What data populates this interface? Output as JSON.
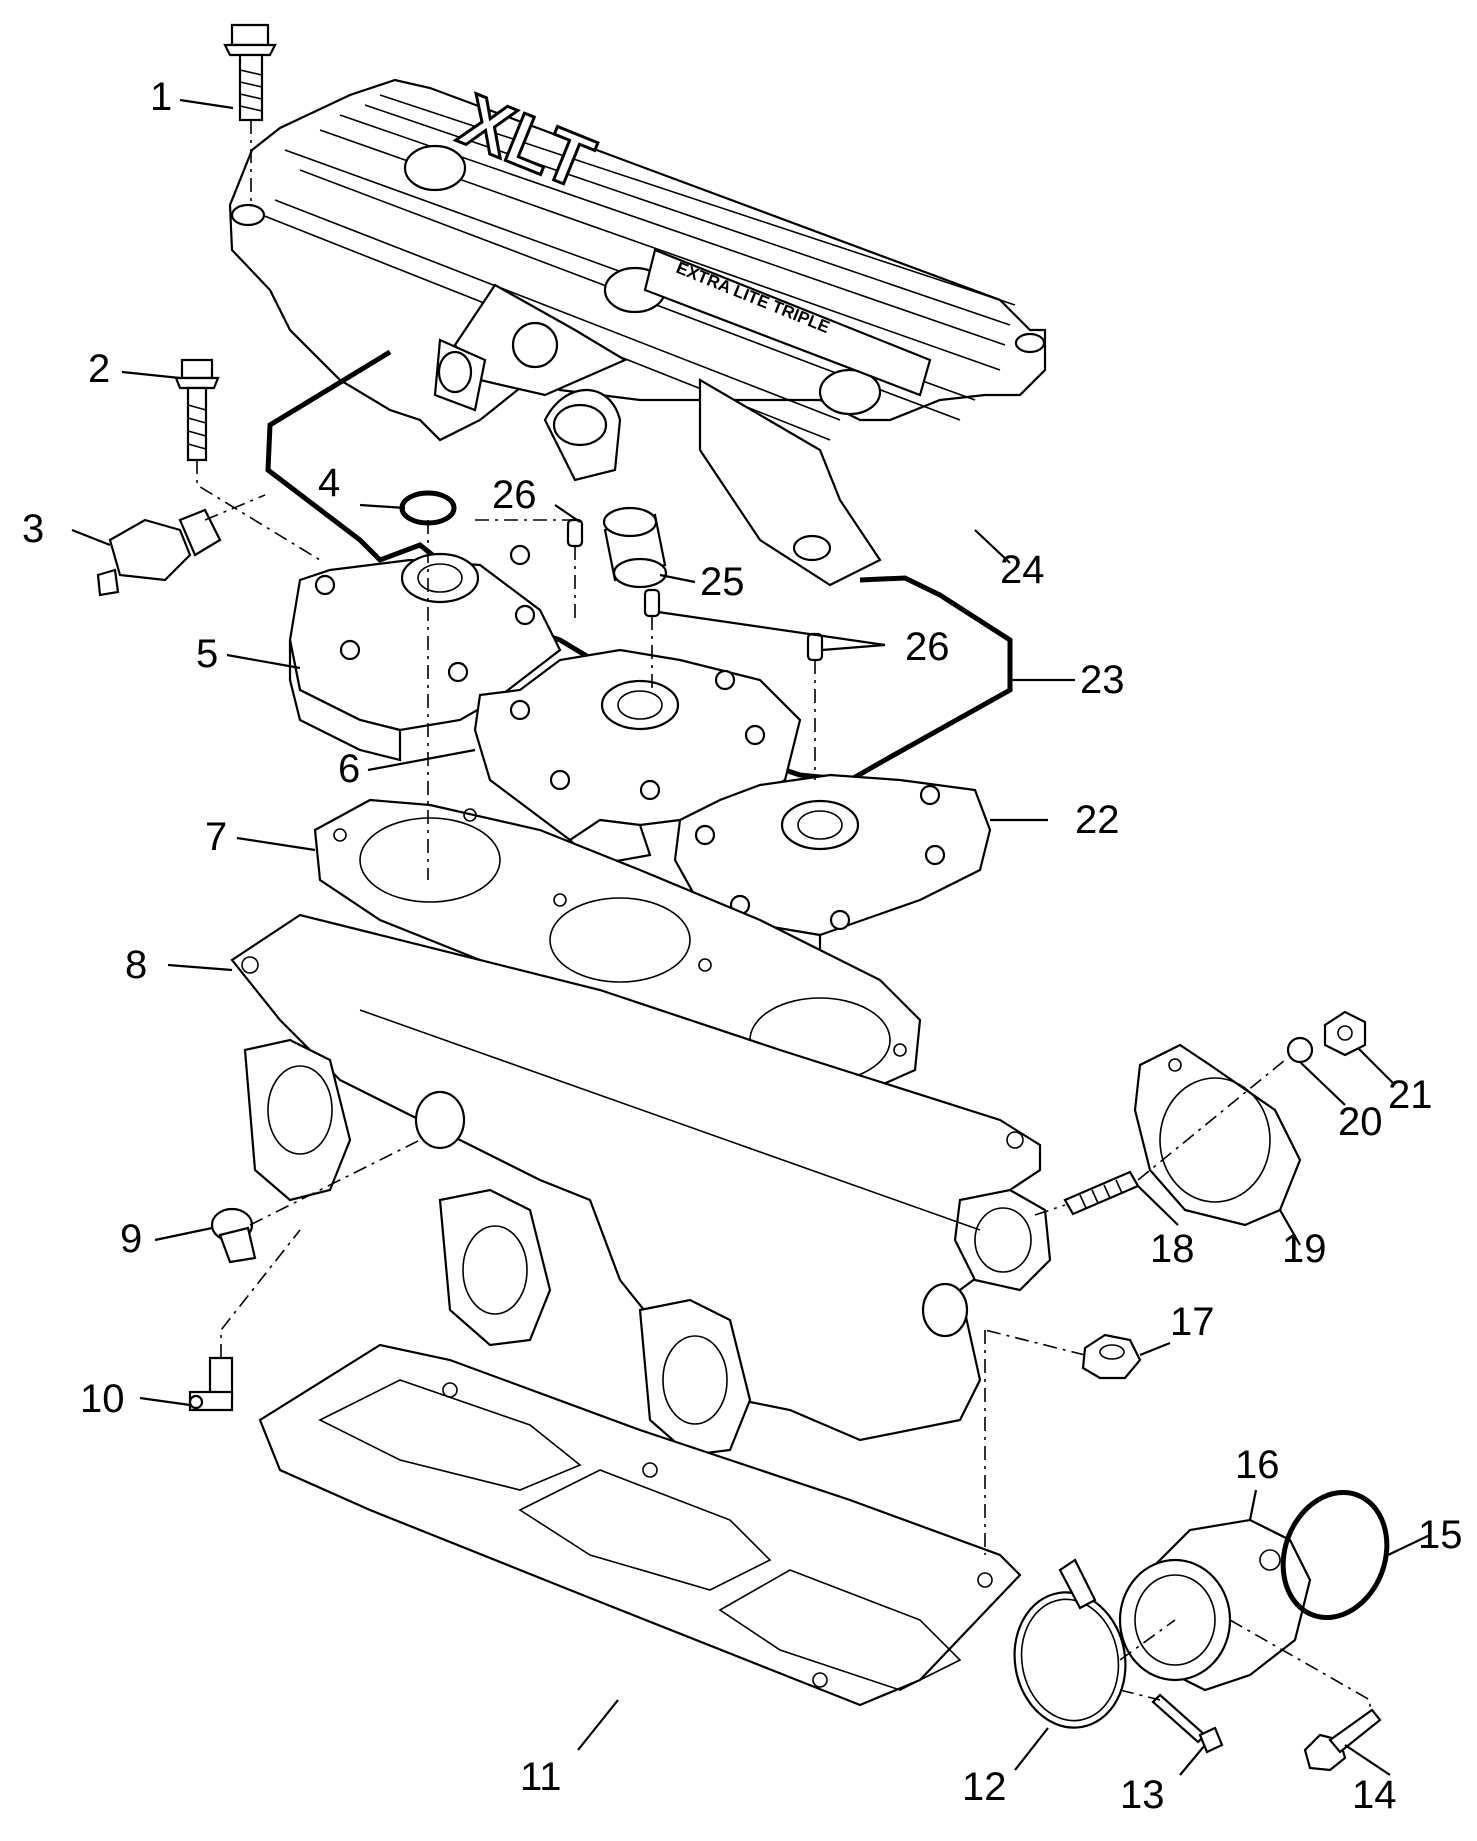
{
  "cover_logo": "XLT",
  "cover_subtext": "EXTRA LITE TRIPLE",
  "callouts": [
    {
      "id": "1",
      "label": "1",
      "part": "cover-bolt"
    },
    {
      "id": "2",
      "label": "2",
      "part": "head-bolt"
    },
    {
      "id": "3",
      "label": "3",
      "part": "temperature-sensor"
    },
    {
      "id": "4",
      "label": "4",
      "part": "o-ring"
    },
    {
      "id": "5",
      "label": "5",
      "part": "cylinder-head-1"
    },
    {
      "id": "6",
      "label": "6",
      "part": "cylinder-head-2"
    },
    {
      "id": "7",
      "label": "7",
      "part": "head-gasket"
    },
    {
      "id": "8",
      "label": "8",
      "part": "cylinder-block"
    },
    {
      "id": "9",
      "label": "9",
      "part": "plug"
    },
    {
      "id": "10",
      "label": "10",
      "part": "fitting"
    },
    {
      "id": "11",
      "label": "11",
      "part": "base-gasket"
    },
    {
      "id": "12",
      "label": "12",
      "part": "hose-clamp"
    },
    {
      "id": "13",
      "label": "13",
      "part": "clamp-screw"
    },
    {
      "id": "14",
      "label": "14",
      "part": "flange-bolt"
    },
    {
      "id": "15",
      "label": "15",
      "part": "o-ring-large"
    },
    {
      "id": "16",
      "label": "16",
      "part": "intake-adapter"
    },
    {
      "id": "17",
      "label": "17",
      "part": "nut"
    },
    {
      "id": "18",
      "label": "18",
      "part": "stud"
    },
    {
      "id": "19",
      "label": "19",
      "part": "exhaust-gasket"
    },
    {
      "id": "20",
      "label": "20",
      "part": "washer"
    },
    {
      "id": "21",
      "label": "21",
      "part": "nut-small"
    },
    {
      "id": "22",
      "label": "22",
      "part": "cylinder-head-3"
    },
    {
      "id": "23",
      "label": "23",
      "part": "cover-seal"
    },
    {
      "id": "24",
      "label": "24",
      "part": "head-cover"
    },
    {
      "id": "25",
      "label": "25",
      "part": "outlet-fitting"
    },
    {
      "id": "26a",
      "label": "26",
      "part": "dowel-pin"
    },
    {
      "id": "26b",
      "label": "26",
      "part": "dowel-pin"
    }
  ]
}
